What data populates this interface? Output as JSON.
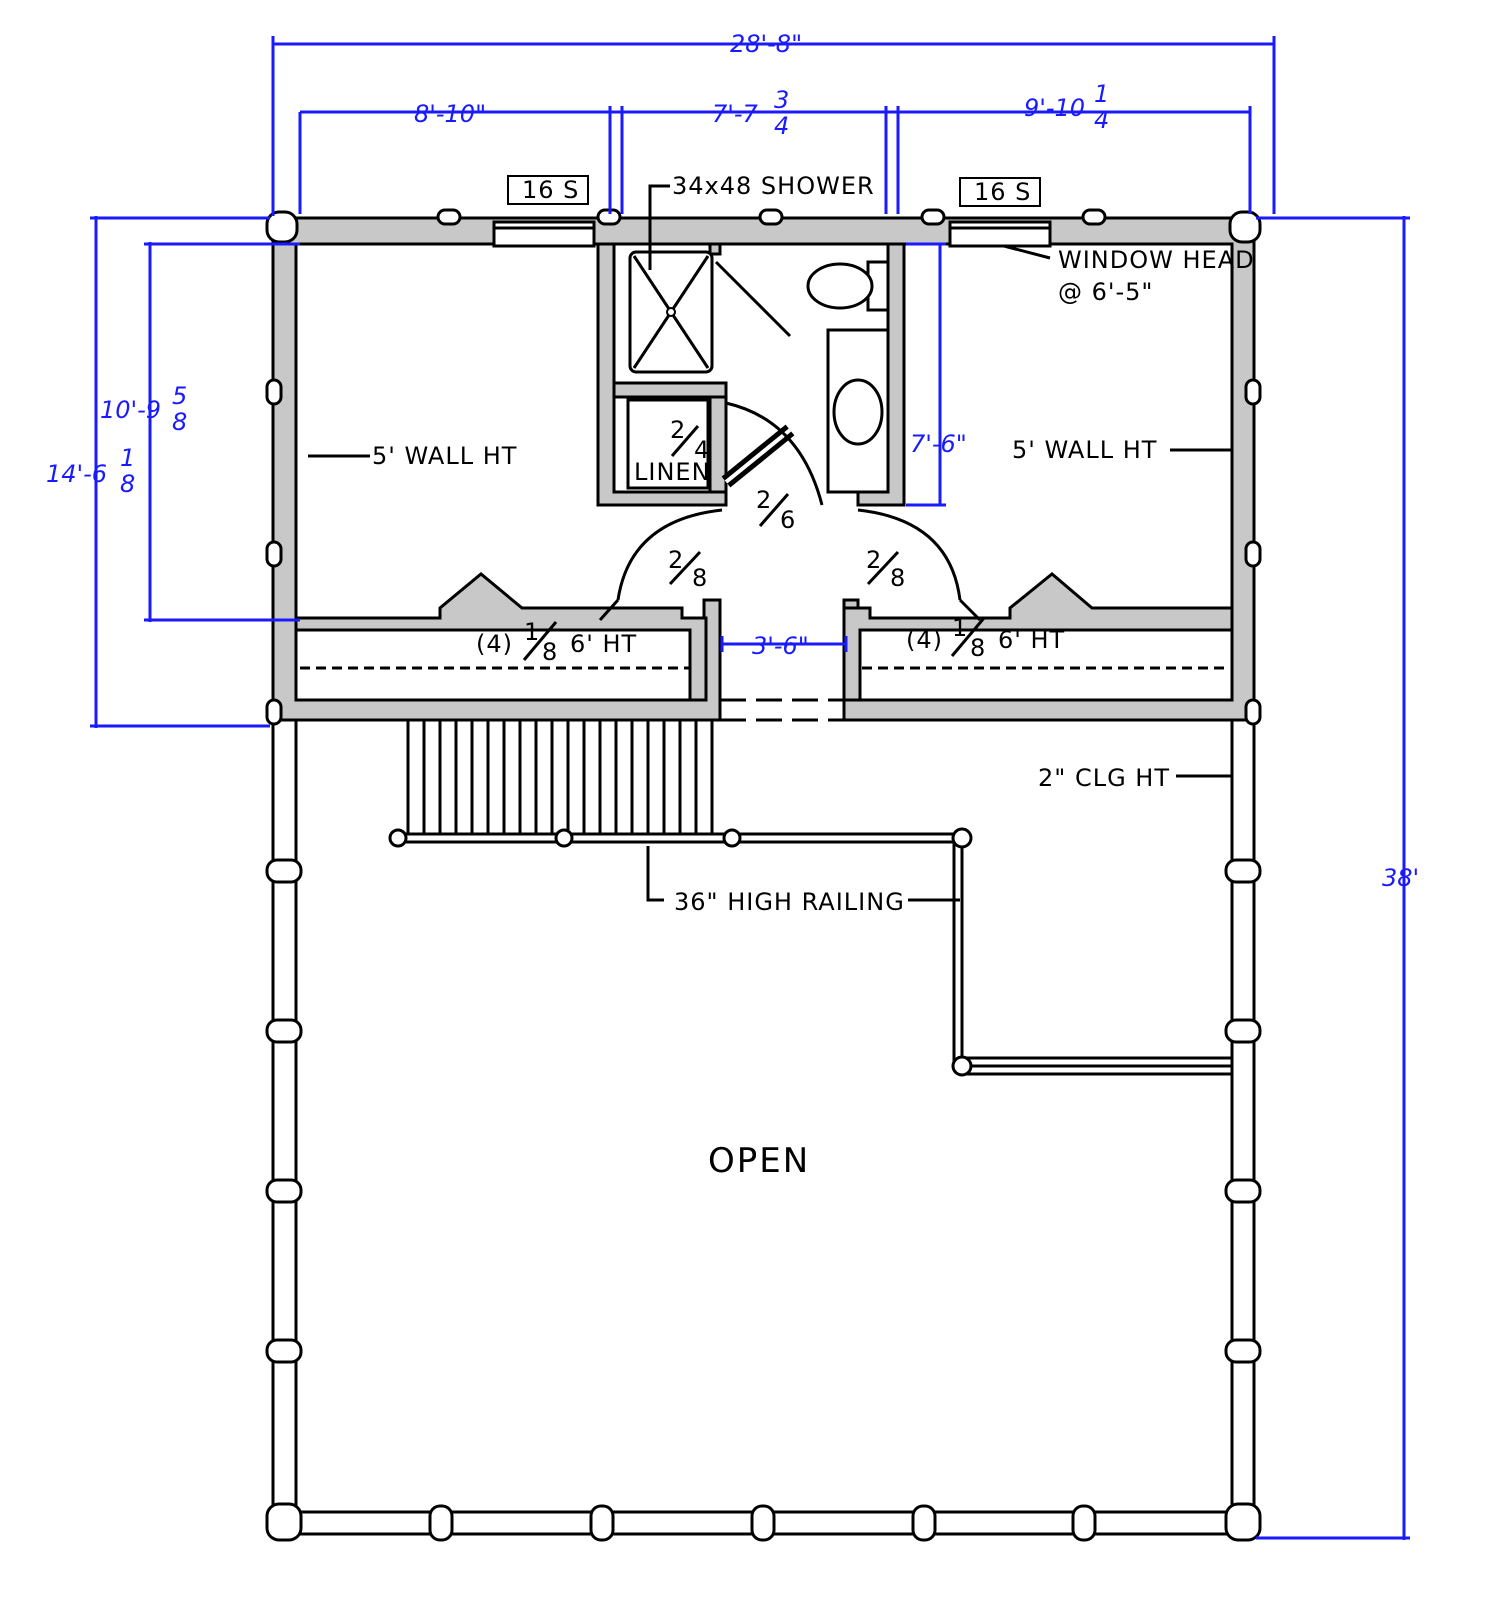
{
  "dimensions": {
    "overall_width": "28'-8\"",
    "left_bay": "8'-10\"",
    "mid_bay_whole": "7'-7",
    "mid_bay_frac_num": "3",
    "mid_bay_frac_den": "4",
    "right_bay_whole": "9'-10",
    "right_bay_frac_num": "1",
    "right_bay_frac_den": "4",
    "inner_depth_whole": "10'-9",
    "inner_depth_frac_num": "5",
    "inner_depth_frac_den": "8",
    "outer_depth_whole": "14'-6",
    "outer_depth_frac_num": "1",
    "outer_depth_frac_den": "8",
    "overall_depth": "38'",
    "bath_depth": "7'-6\"",
    "hall_width": "3'-6\""
  },
  "labels": {
    "window_left": "16 S",
    "window_right": "16 S",
    "shower": "34x48 SHOWER",
    "window_head_line1": "WINDOW HEAD",
    "window_head_line2": "@ 6'-5\"",
    "wall_ht_left": "5' WALL HT",
    "wall_ht_right": "5' WALL HT",
    "linen": "LINEN",
    "linen_door_num": "2",
    "linen_door_den": "4",
    "bath_door_num": "2",
    "bath_door_den": "6",
    "left_door_num": "2",
    "left_door_den": "8",
    "right_door_num": "2",
    "right_door_den": "8",
    "closet_left_prefix": "(4)",
    "closet_left_num": "1",
    "closet_left_den": "8",
    "closet_left_suffix": "6' HT",
    "closet_right_prefix": "(4)",
    "closet_right_num": "1",
    "closet_right_den": "8",
    "closet_right_suffix": "6' HT",
    "clg_ht": "2\" CLG HT",
    "railing": "36\" HIGH RAILING",
    "open": "OPEN"
  }
}
